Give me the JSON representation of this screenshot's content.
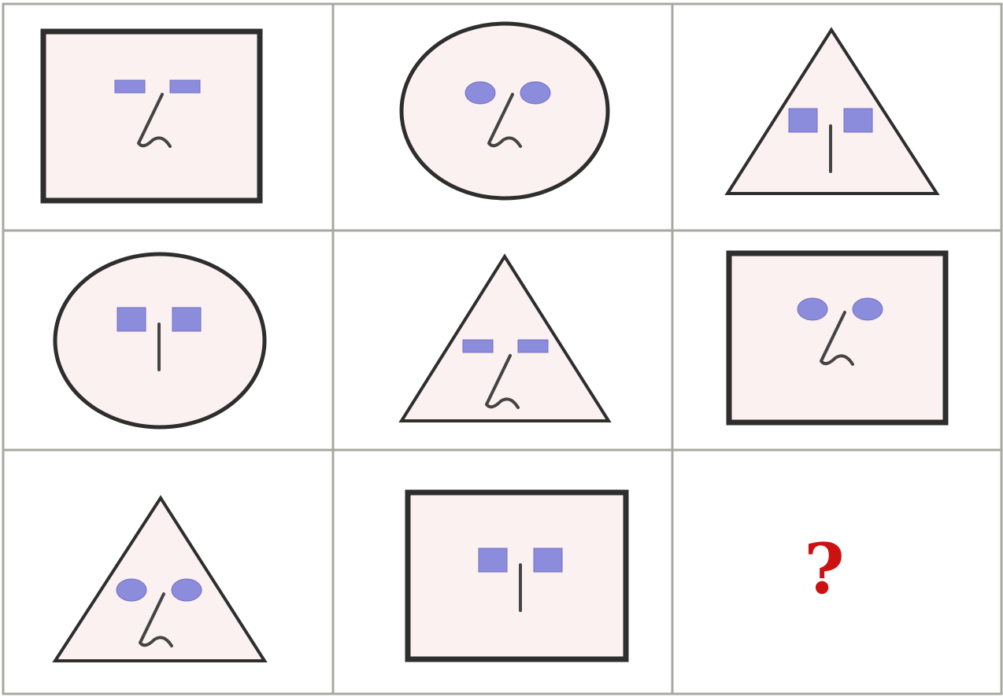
{
  "colors": {
    "grid": "#a8a8a0",
    "face_fill": "#fcf1f1",
    "outline": "#2e2e2e",
    "eye": "#8c8cdc",
    "nose": "#444444",
    "question": "#cc1111"
  },
  "cells": [
    {
      "shape": "square",
      "eyes": "flat-rectangles",
      "nose": "curved-hook"
    },
    {
      "shape": "circle",
      "eyes": "ovals",
      "nose": "curved-hook"
    },
    {
      "shape": "triangle",
      "eyes": "square-blocks",
      "nose": "straight-line"
    },
    {
      "shape": "circle",
      "eyes": "square-blocks",
      "nose": "straight-line"
    },
    {
      "shape": "triangle",
      "eyes": "flat-rectangles",
      "nose": "curved-hook"
    },
    {
      "shape": "square",
      "eyes": "ovals",
      "nose": "curved-hook"
    },
    {
      "shape": "triangle",
      "eyes": "ovals",
      "nose": "curved-hook"
    },
    {
      "shape": "square",
      "eyes": "square-blocks",
      "nose": "straight-line"
    },
    {
      "shape": "missing",
      "label": "?"
    }
  ]
}
